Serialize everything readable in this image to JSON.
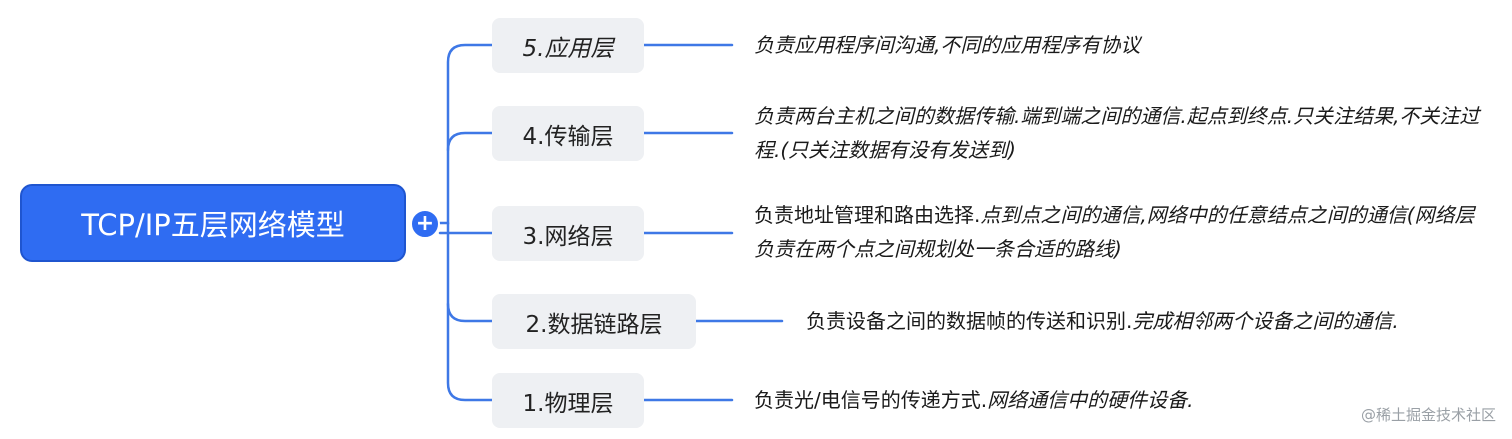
{
  "root": {
    "label": "TCP/IP五层网络模型",
    "expand_symbol": "+"
  },
  "layers": [
    {
      "label": "5.应用层",
      "description": {
        "normal": "",
        "italic": "负责应用程序间沟通,不同的应用程序有协议"
      }
    },
    {
      "label": "4.传输层",
      "description": {
        "normal": "",
        "italic": "负责两台主机之间的数据传输.端到端之间的通信.起点到终点.只关注结果,不关注过程.(只关注数据有没有发送到)"
      }
    },
    {
      "label": "3.网络层",
      "description": {
        "normal": "负责地址管理和路由选择.",
        "italic": "点到点之间的通信,网络中的任意结点之间的通信(网络层负责在两个点之间规划处一条合适的路线)"
      }
    },
    {
      "label": "2.数据链路层",
      "description": {
        "normal": "负责设备之间的数据帧的传送和识别.",
        "italic": "完成相邻两个设备之间的通信."
      }
    },
    {
      "label": "1.物理层",
      "description": {
        "normal": "负责光/电信号的传递方式.",
        "italic": "网络通信中的硬件设备."
      }
    }
  ],
  "watermark": "@稀土掘金技术社区",
  "colors": {
    "accent": "#2f6cf2",
    "line": "#3e78e6",
    "node_bg": "#eef0f3"
  }
}
